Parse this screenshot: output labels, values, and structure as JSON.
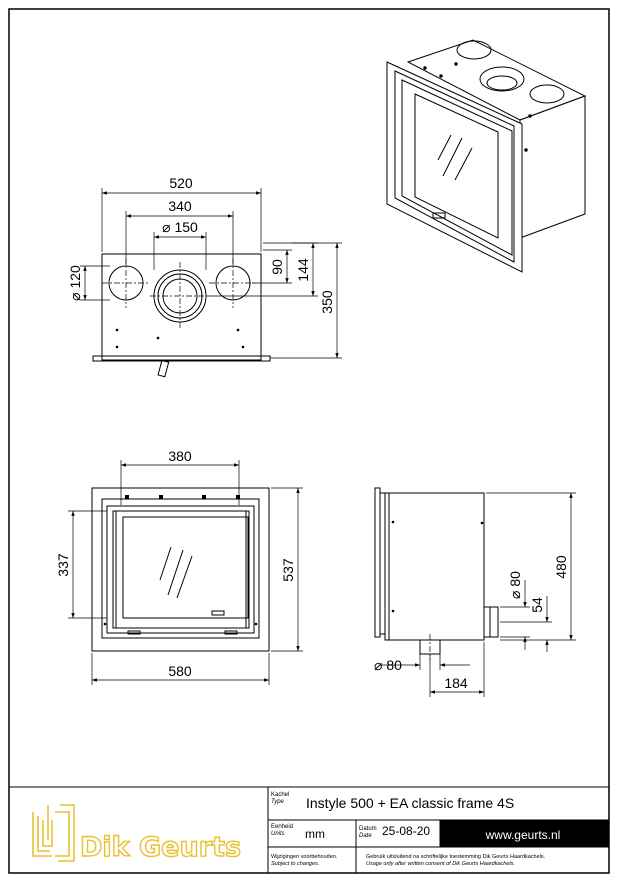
{
  "title_block": {
    "type_label_nl": "Kachel",
    "type_label_en": "Type",
    "type_value": "Instyle 500 + EA classic frame 4S",
    "units_label_nl": "Eenheid",
    "units_label_en": "Units",
    "units_value": "mm",
    "date_label_nl": "Datum",
    "date_label_en": "Date",
    "date_value": "25-08-20",
    "website": "www.geurts.nl",
    "changes_nl": "Wijzigingen voorbehouden.",
    "changes_en": "Subject to changes.",
    "consent_nl": "Gebruik uitsluitend na schriftelijke toestemming Dik Geurts Haardkachels.",
    "consent_en": "Usage only after written consent of Dik Geurts Haardkachels.",
    "logo_text": "Dik Geurts",
    "logo_color": "#e8c230"
  },
  "top_view": {
    "width": "520",
    "spacing": "340",
    "center_dia": "⌀ 150",
    "side_dia": "⌀ 120",
    "offset_90": "90",
    "offset_144": "144",
    "depth": "350"
  },
  "front_view": {
    "inner_width": "380",
    "inner_height": "337",
    "outer_height": "537",
    "outer_width": "580"
  },
  "side_view": {
    "height": "480",
    "pipe_dia": "⌀ 80",
    "offset_54": "54",
    "bottom_dia": "⌀ 80",
    "offset_184": "184"
  }
}
